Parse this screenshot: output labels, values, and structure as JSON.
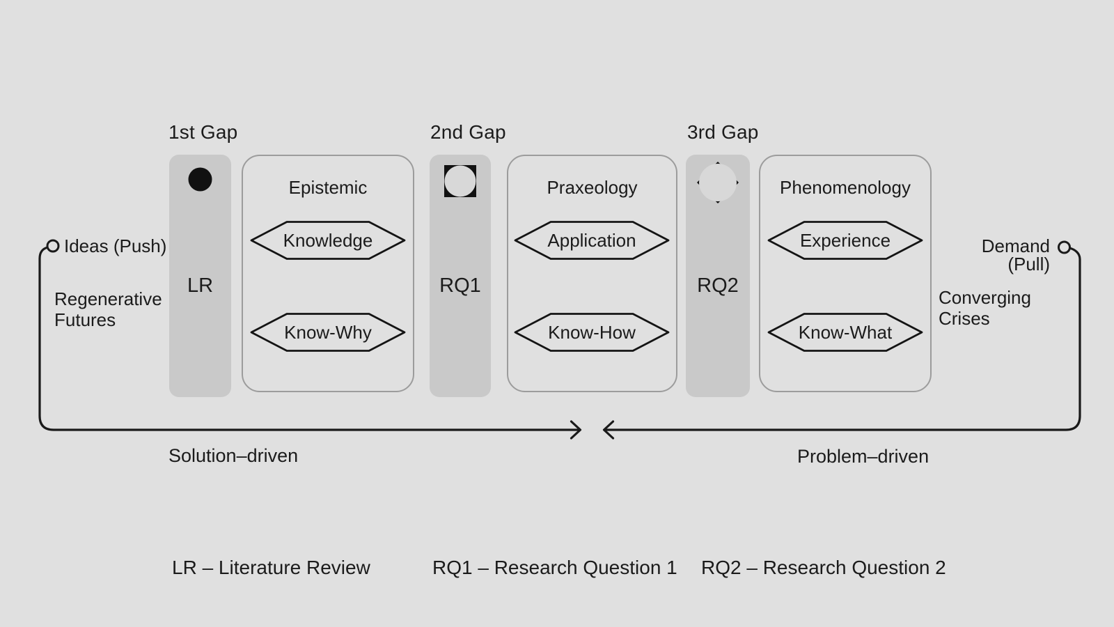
{
  "title": "Research gaps diagram",
  "colors": {
    "background": "#e0e0e0",
    "pillar_fill": "#c9c9c9",
    "box_border": "#9c9c9c",
    "line": "#1a1a1a",
    "text": "#1b1b1b",
    "icon_fill": "#111111",
    "icon_knockout": "#d8d8d8"
  },
  "gaps": [
    {
      "label": "1st Gap"
    },
    {
      "label": "2nd Gap"
    },
    {
      "label": "3rd Gap"
    }
  ],
  "pillars": [
    {
      "label": "LR",
      "icon": "filled-circle-icon"
    },
    {
      "label": "RQ1",
      "icon": "square-knockout-circle-icon"
    },
    {
      "label": "RQ2",
      "icon": "diamond-knockout-circle-icon"
    }
  ],
  "boxes": [
    {
      "title": "Epistemic",
      "tags": [
        "Knowledge",
        "Know-Why"
      ]
    },
    {
      "title": "Praxeology",
      "tags": [
        "Application",
        "Know-How"
      ]
    },
    {
      "title": "Phenomenology",
      "tags": [
        "Experience",
        "Know-What"
      ]
    }
  ],
  "left": {
    "node": "Ideas (Push)",
    "context_line1": "Regenerative",
    "context_line2": "Futures",
    "flow": "Solution–driven"
  },
  "right": {
    "node": "Demand (Pull)",
    "context_line1": "Converging",
    "context_line2": "Crises",
    "flow": "Problem–driven"
  },
  "legend": [
    "LR – Literature Review",
    "RQ1  – Research Question 1",
    "RQ2 – Research Question 2"
  ]
}
